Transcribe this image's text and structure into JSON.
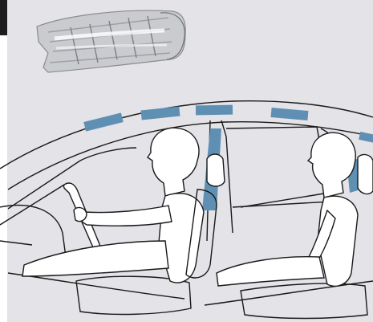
{
  "figure": {
    "subject": "vehicle-interior-airbag-coverage",
    "colors": {
      "background": "#e3e3e8",
      "outline": "#1a1a1a",
      "occupant_fill": "#ffffff",
      "airbag_zone": "#5f8fb3",
      "part_grey": "#c6c8cc"
    },
    "icons": [
      "airbag-fastener-part",
      "car-outline",
      "driver-figure",
      "passenger-figure",
      "head-restraint",
      "airbag-zone"
    ]
  }
}
